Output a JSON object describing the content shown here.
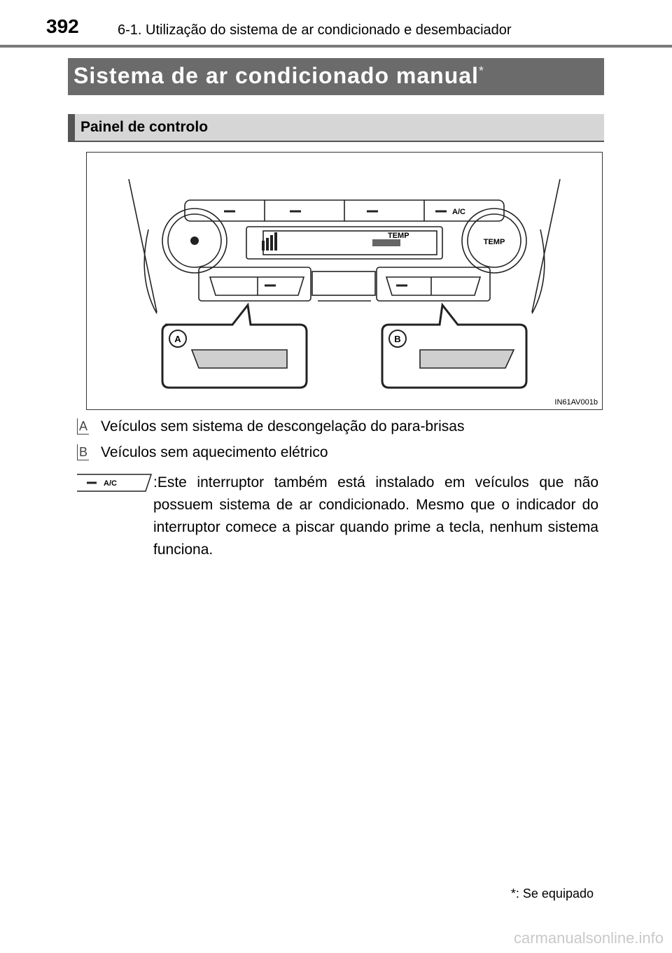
{
  "header": {
    "page_number": "392",
    "section": "6-1. Utilização do sistema de ar condicionado e desembaciador"
  },
  "title": {
    "text": "Sistema de ar condicionado manual",
    "asterisk": "*"
  },
  "subtitle": "Painel de controlo",
  "figure": {
    "id": "IN61AV001b",
    "callout_a": "A",
    "callout_b": "B",
    "temp_knob_label": "TEMP",
    "display_temp_label": "TEMP",
    "ac_label": "A/C"
  },
  "items": [
    {
      "marker": "A",
      "text": "Veículos sem sistema de descongelação do para-brisas"
    },
    {
      "marker": "B",
      "text": "Veículos sem aquecimento elétrico"
    }
  ],
  "note": {
    "icon_label": "A/C",
    "text": ":Este interruptor também está instalado em veículos que não possuem sistema de ar condicionado. Mesmo que o indicador do interruptor comece a piscar quando prime a tecla, nenhum sistema funciona."
  },
  "footnote": "*: Se equipado",
  "watermark": "carmanualsonline.info"
}
